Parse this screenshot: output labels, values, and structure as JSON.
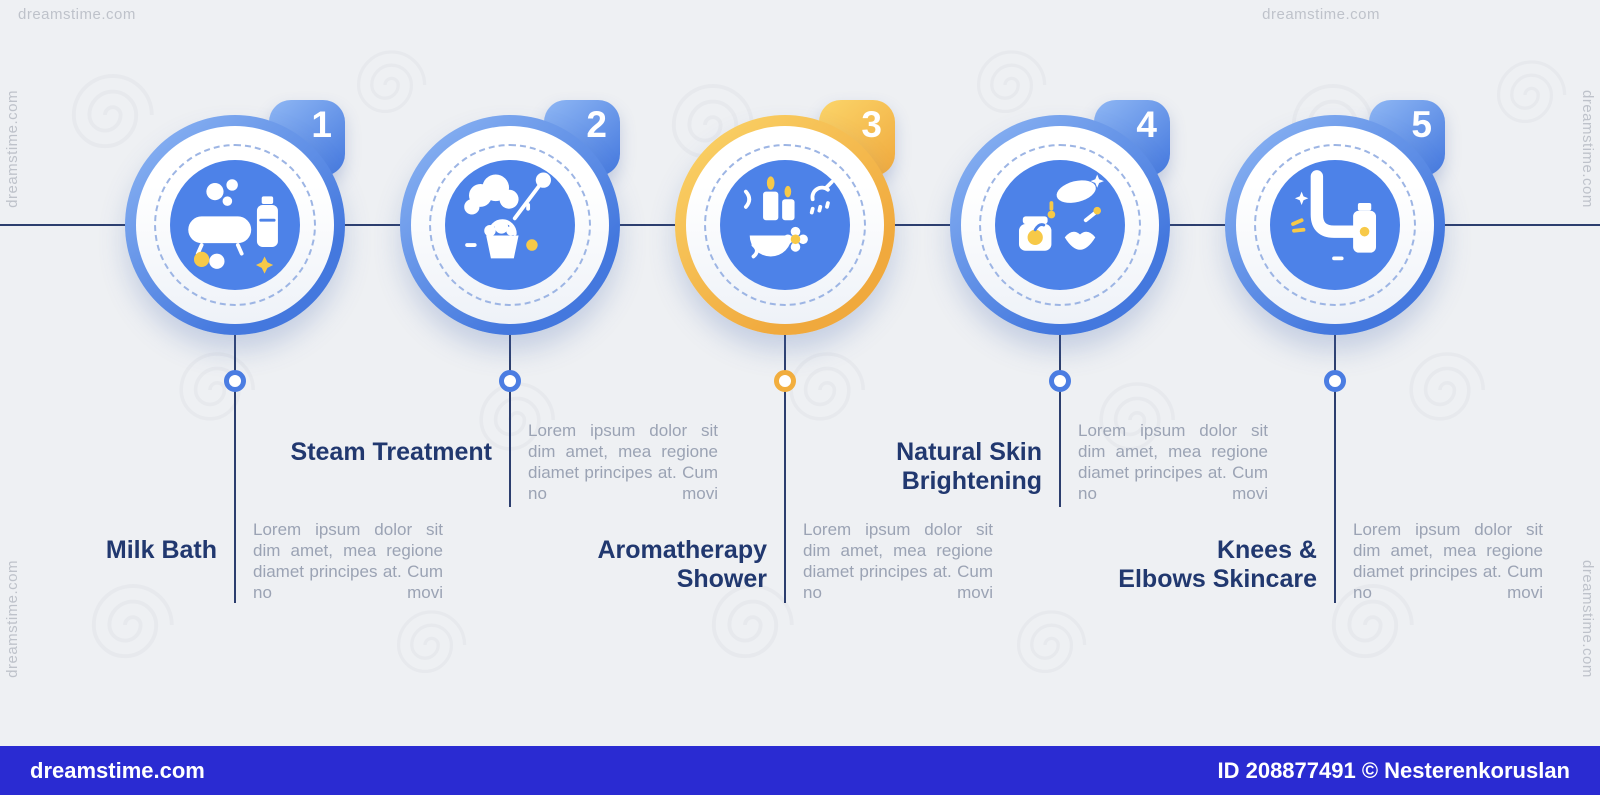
{
  "watermark": {
    "brand": "dreamstime.com"
  },
  "footer": {
    "site": "dreamstime.com",
    "credit": "ID 208877491 © Nesterenkoruslan"
  },
  "infographic": {
    "steps": [
      {
        "number": "1",
        "title": "Milk Bath",
        "body": "Lorem ipsum dolor sit dim amet, mea regione diamet principes at. Cum no movi",
        "accent": "blue",
        "icon": "milk-bath-icon"
      },
      {
        "number": "2",
        "title": "Steam Treatment",
        "body": "Lorem ipsum dolor sit dim amet, mea regione diamet principes at. Cum no movi",
        "accent": "blue",
        "icon": "steam-treatment-icon"
      },
      {
        "number": "3",
        "title": "Aromatherapy\nShower",
        "body": "Lorem ipsum dolor sit dim amet, mea regione diamet principes at. Cum no movi",
        "accent": "yellow",
        "icon": "aromatherapy-shower-icon"
      },
      {
        "number": "4",
        "title": "Natural Skin\nBrightening",
        "body": "Lorem ipsum dolor sit dim amet, mea regione diamet principes at. Cum no movi",
        "accent": "blue",
        "icon": "natural-skin-brightening-icon"
      },
      {
        "number": "5",
        "title": "Knees &\nElbows Skincare",
        "body": "Lorem ipsum dolor sit dim amet, mea regione diamet principes at. Cum no movi",
        "accent": "blue",
        "icon": "knees-elbows-skincare-icon"
      }
    ],
    "colors": {
      "blue": "#4478DE",
      "blue_light": "#8FB7F4",
      "yellow": "#F0A93D",
      "yellow_light": "#FBD56A",
      "icon_circle": "#4D82E8",
      "title_text": "#21386F",
      "body_text": "#9BA3B4",
      "line": "#2C3E6E",
      "background": "#EEF0F3",
      "footer_bar": "#2A2BD2"
    }
  }
}
